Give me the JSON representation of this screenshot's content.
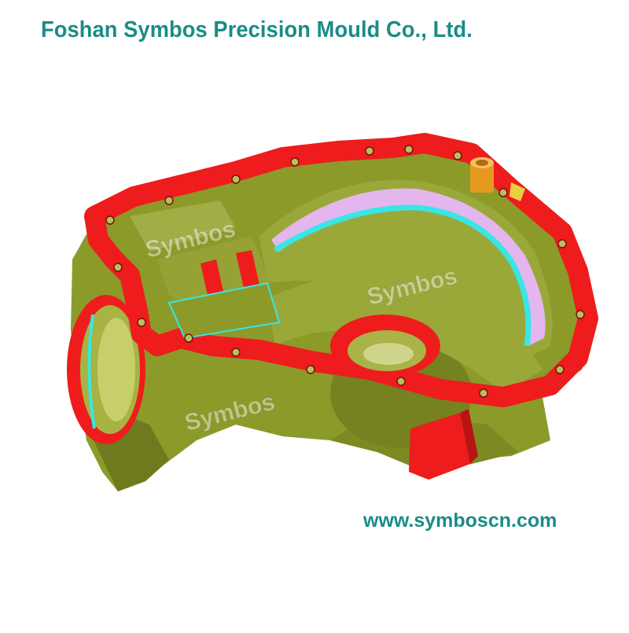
{
  "header": {
    "company_name": "Foshan Symbos Precision Mould Co., Ltd."
  },
  "footer": {
    "website": "www.symboscn.com"
  },
  "image": {
    "watermark": "Symbos"
  },
  "colors": {
    "brand_teal": "#1a8c86",
    "flange_red": "#ee1c1c",
    "casting_green": "#8c9a2a",
    "liner_pink": "#e4b6ee",
    "liner_cyan": "#38e6e6",
    "fitting_orange": "#e59a1f"
  }
}
